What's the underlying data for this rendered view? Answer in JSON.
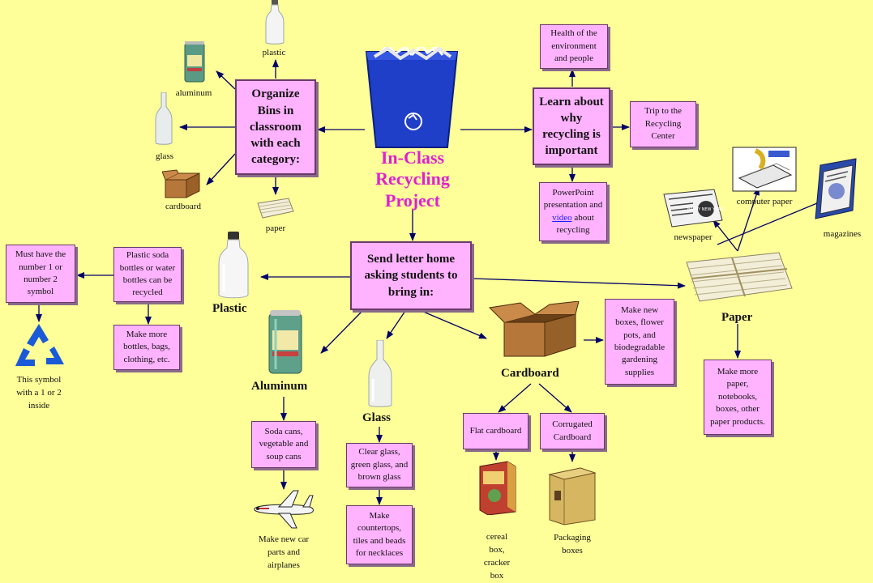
{
  "title": {
    "l1": "In-Class",
    "l2": "Recycling",
    "l3": "Project"
  },
  "organize": {
    "box": "Organize Bins in classroom with each category:",
    "plastic": "plastic",
    "aluminum": "aluminum",
    "glass": "glass",
    "cardboard": "cardboard",
    "paper": "paper"
  },
  "learn": {
    "box": "Learn about why recycling is important",
    "health": "Health of the environment and people",
    "trip": "Trip to the Recycling Center",
    "ppt_pre": "PowerPoint presentation and ",
    "ppt_link": "video",
    "ppt_post": " about recycling"
  },
  "send": {
    "box": "Send letter home asking students to bring in:"
  },
  "plastic": {
    "label": "Plastic",
    "soda": "Plastic soda bottles or water bottles can be recycled",
    "must": "Must have the number 1 or number 2 symbol",
    "symbol_l1": "This symbol",
    "symbol_l2": "with a 1 or 2",
    "symbol_l3": "inside",
    "more": "Make more bottles, bags, clothing, etc."
  },
  "aluminum": {
    "label": "Aluminum",
    "cans": "Soda cans, vegetable and soup cans",
    "new_l1": "Make new car",
    "new_l2": "parts and",
    "new_l3": "airplanes"
  },
  "glass": {
    "label": "Glass",
    "kinds": "Clear glass, green glass, and brown glass",
    "make": "Make countertops, tiles and beads for necklaces"
  },
  "cardboard": {
    "label": "Cardboard",
    "make": "Make new boxes, flower pots, and biodegradable gardening supplies",
    "flat": "Flat cardboard",
    "corrugated": "Corrugated Cardboard",
    "cereal_l1": "cereal",
    "cereal_l2": "box,",
    "cereal_l3": "cracker",
    "cereal_l4": "box",
    "pack_l1": "Packaging",
    "pack_l2": "boxes"
  },
  "paper": {
    "label": "Paper",
    "make": "Make more paper, notebooks, boxes, other paper products.",
    "newspaper": "newspaper",
    "computer": "computer paper",
    "magazines": "magazines",
    "newspaper_headline": "HAPPY NEW YEAR!"
  },
  "colors": {
    "background": "#ffff99",
    "box_fill": "#ffb3ff",
    "title": "#e020d0",
    "arrow": "#000066"
  }
}
